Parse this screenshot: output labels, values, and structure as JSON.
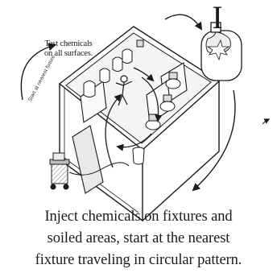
{
  "step": {
    "number": "I"
  },
  "illustration": {
    "note_lines": [
      "Test chemicals",
      "on all surfaces."
    ],
    "wall_label": "Start at nearest fixture"
  },
  "caption": {
    "lines": [
      "Inject chemicals on fixtures and",
      "soiled areas, start at the nearest",
      "fixture traveling in circular pattern."
    ]
  }
}
